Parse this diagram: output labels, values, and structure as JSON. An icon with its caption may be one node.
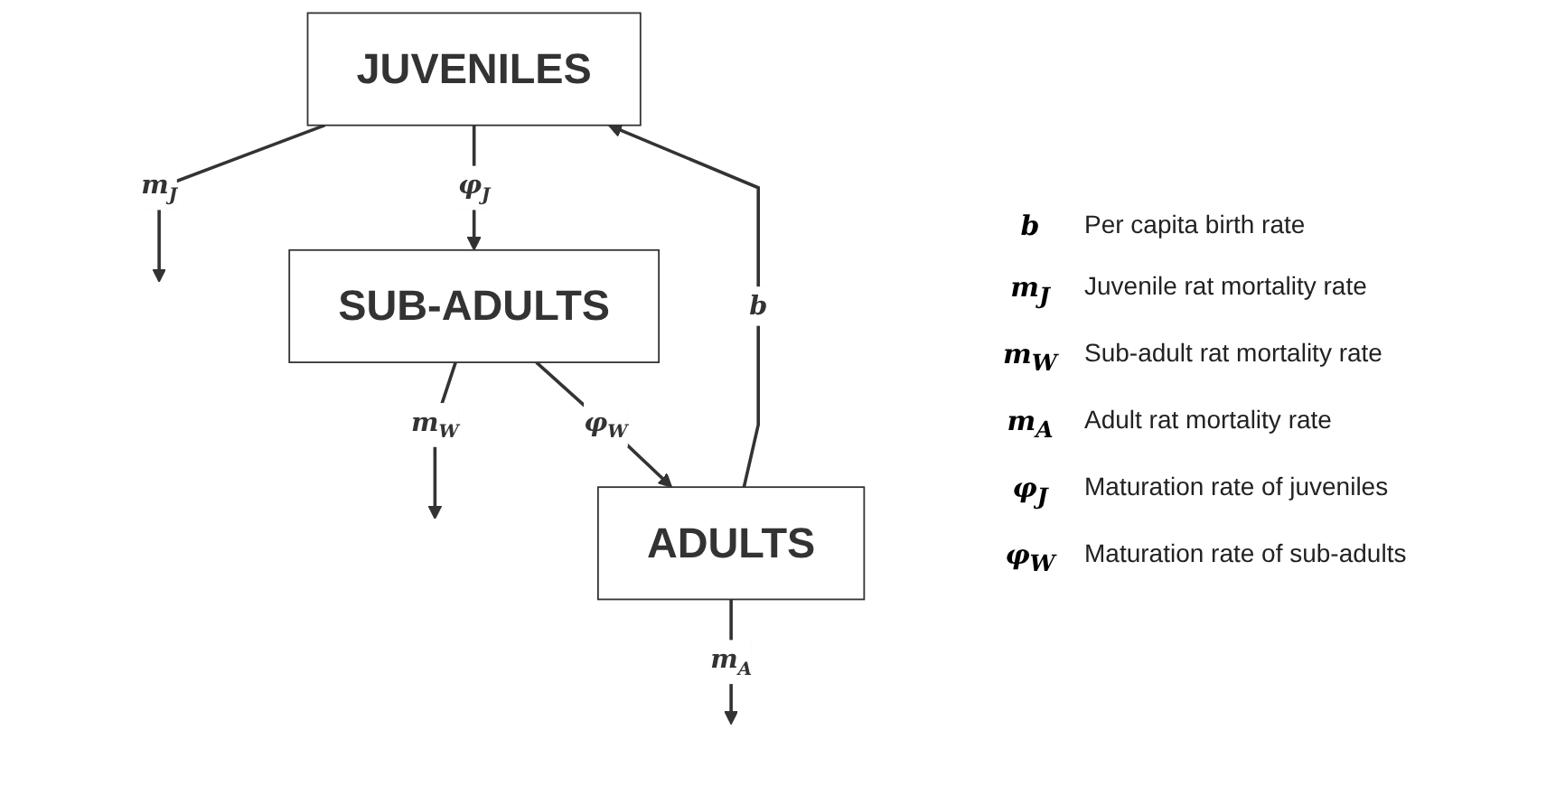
{
  "diagram": {
    "nodes": [
      {
        "text": [
          "JUVENILES"
        ]
      },
      {
        "text": [
          "SUB-ADULTS"
        ]
      },
      {
        "text": [
          "ADULTS"
        ]
      }
    ],
    "edges": [
      {
        "from": 2,
        "to": 0,
        "arrow": "to",
        "label": "b"
      },
      {
        "from": 0,
        "to": null,
        "arrow": "to",
        "label": "m$_{J}$"
      },
      {
        "from": 0,
        "to": 1,
        "arrow": "to",
        "label": "φ$_{J}$"
      },
      {
        "from": 1,
        "to": null,
        "arrow": "to",
        "label": "m$_{W}$"
      },
      {
        "from": 1,
        "to": 2,
        "arrow": "to",
        "label": "φ$_{W}$"
      },
      {
        "from": 2,
        "to": null,
        "arrow": "to",
        "label": "m$_{A}$"
      }
    ],
    "labels": [
      "b",
      "Per capita birth rate",
      "m$_{J}$",
      "Juvenile rat mortality rate",
      "m$_{W}$",
      "Sub-adult rat mortality rate",
      "m$_{A}$",
      "Adult rat mortality rate",
      "φ$_{J}$",
      "Maturation rate of juveniles",
      "φ$_{W}$",
      "Maturation rate of sub-adults"
    ]
  }
}
